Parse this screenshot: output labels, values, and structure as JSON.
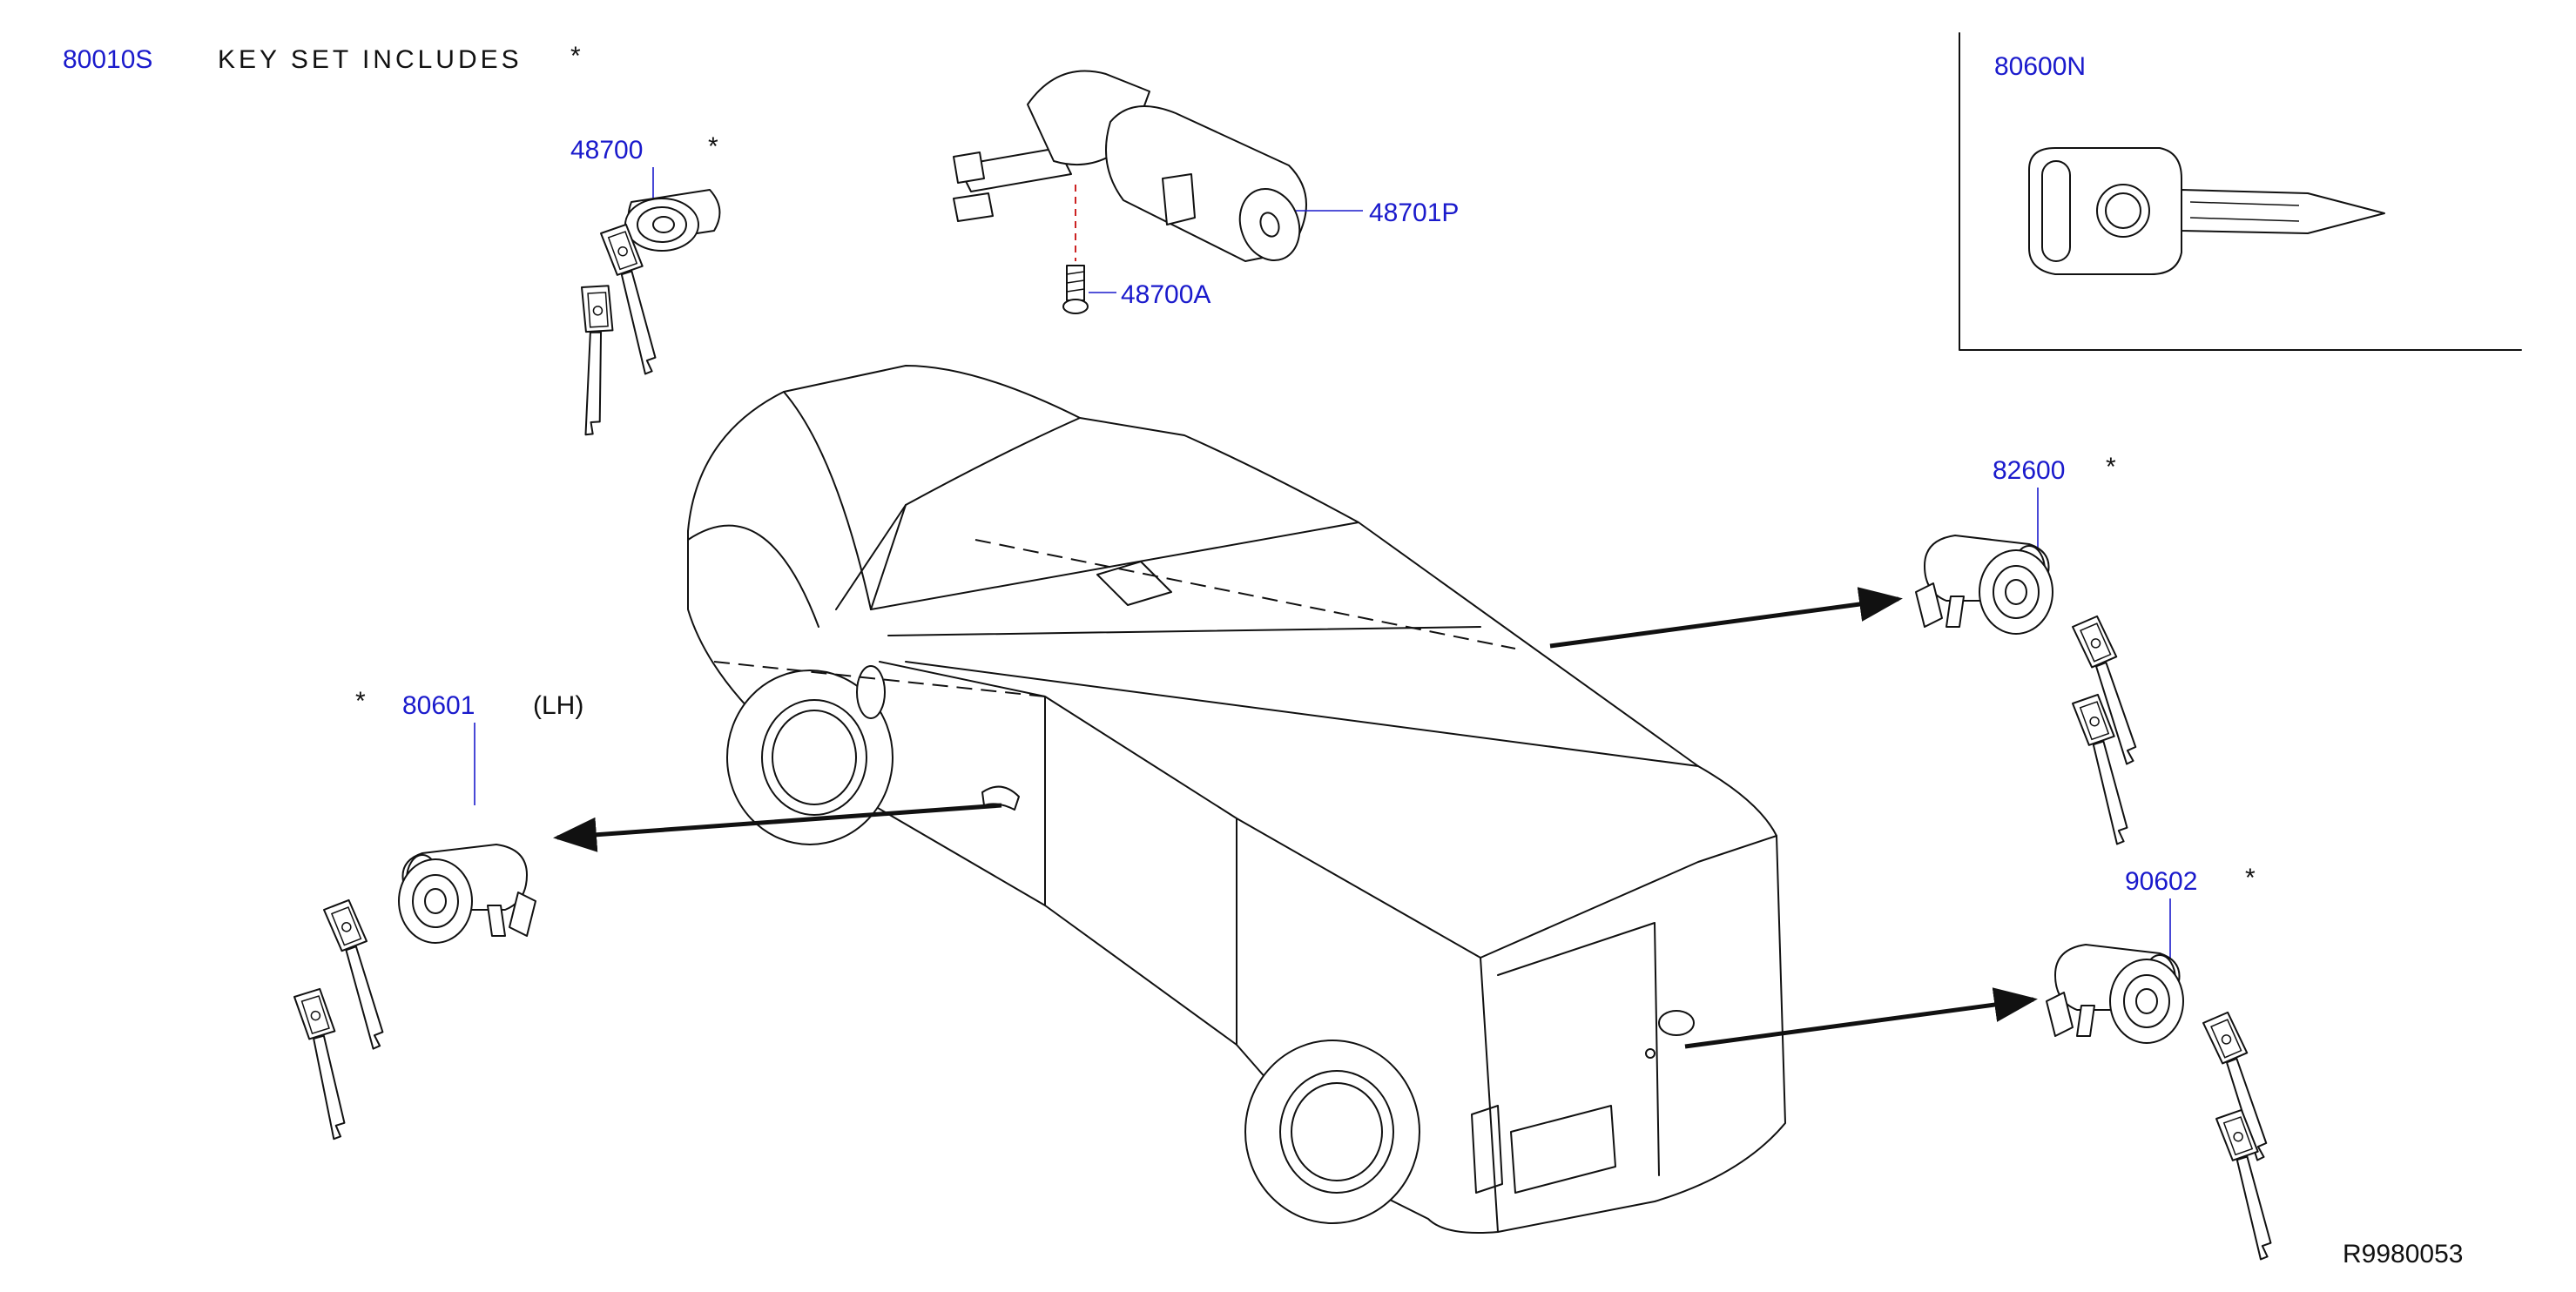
{
  "header": {
    "kit_part": "80010S",
    "kit_caption": "KEY SET INCLUDES",
    "kit_star": "*"
  },
  "parts": {
    "p48700": {
      "number": "48700",
      "star": "*"
    },
    "p48701P": {
      "number": "48701P"
    },
    "p48700A": {
      "number": "48700A"
    },
    "p80600N": {
      "number": "80600N"
    },
    "p82600": {
      "number": "82600",
      "star": "*"
    },
    "p80601": {
      "number": "80601",
      "side": "(LH)",
      "star": "*"
    },
    "p90602": {
      "number": "90602",
      "star": "*"
    }
  },
  "footer": {
    "drawing_code": "R9980053"
  },
  "colors": {
    "part_number": "#1a1acc",
    "line": "#111111",
    "screw_leader": "#cc2222",
    "background": "#ffffff"
  },
  "icons": [
    "key-icon",
    "lock-cylinder-icon",
    "ignition-lock-icon",
    "screw-icon",
    "vehicle-outline"
  ]
}
